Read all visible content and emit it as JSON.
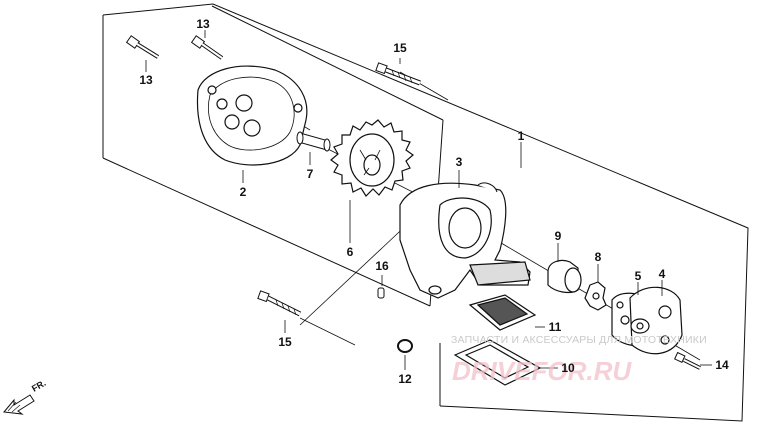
{
  "diagram": {
    "callouts": [
      {
        "id": "c1",
        "text": "1"
      },
      {
        "id": "c2",
        "text": "2"
      },
      {
        "id": "c3",
        "text": "3"
      },
      {
        "id": "c4",
        "text": "4"
      },
      {
        "id": "c5",
        "text": "5"
      },
      {
        "id": "c6",
        "text": "6"
      },
      {
        "id": "c7",
        "text": "7"
      },
      {
        "id": "c8",
        "text": "8"
      },
      {
        "id": "c9",
        "text": "9"
      },
      {
        "id": "c10",
        "text": "10"
      },
      {
        "id": "c11",
        "text": "11"
      },
      {
        "id": "c12",
        "text": "12"
      },
      {
        "id": "c13a",
        "text": "13"
      },
      {
        "id": "c13b",
        "text": "13"
      },
      {
        "id": "c14",
        "text": "14"
      },
      {
        "id": "c15a",
        "text": "15"
      },
      {
        "id": "c15b",
        "text": "15"
      },
      {
        "id": "c16",
        "text": "16"
      }
    ],
    "direction_label": "FR.",
    "watermark_text": "ЗАПЧАСТИ И АКСЕССУАРЫ ДЛЯ МОТОТЕХНИКИ",
    "watermark_logo": "DRIVEFOR.RU",
    "colors": {
      "line": "#111111",
      "watermark_text": "#c9c9c9",
      "watermark_logo": "#f2c0c8"
    }
  }
}
